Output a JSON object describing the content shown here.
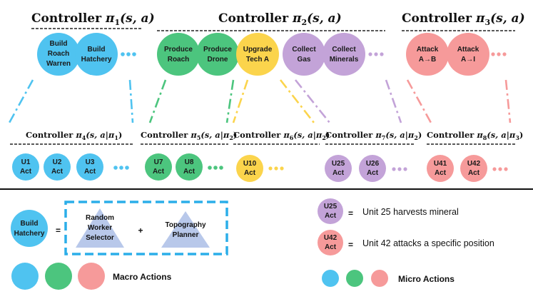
{
  "colors": {
    "blue": "#4fc3f0",
    "green": "#4cc57e",
    "yellow": "#fbd44c",
    "purple": "#c3a3d8",
    "red": "#f69a9a",
    "triangle": "#b8c8ea",
    "box": "#2baee9"
  },
  "controllers": {
    "c1": {
      "name": "Controller",
      "symbol": "π",
      "sub": "1",
      "args": "(s, a)"
    },
    "c2": {
      "name": "Controller",
      "symbol": "π",
      "sub": "2",
      "args": "(s, a)"
    },
    "c3": {
      "name": "Controller",
      "symbol": "π",
      "sub": "3",
      "args": "(s, a)"
    },
    "c4": {
      "name": "Controller",
      "symbol": "π",
      "sub": "4",
      "args": "(s, a|π",
      "args_sub": "1",
      "close": ")"
    },
    "c5": {
      "name": "Controller",
      "symbol": "π",
      "sub": "5",
      "args": "(s, a|π",
      "args_sub": "2",
      "close": ")"
    },
    "c6": {
      "name": "Controller",
      "symbol": "π",
      "sub": "6",
      "args": "(s, a|π",
      "args_sub": "2",
      "close": ")"
    },
    "c7": {
      "name": "Controller",
      "symbol": "π",
      "sub": "7",
      "args": "(s, a|π",
      "args_sub": "2",
      "close": ")"
    },
    "c8": {
      "name": "Controller",
      "symbol": "π",
      "sub": "8",
      "args": "(s, a|π",
      "args_sub": "3",
      "close": ")"
    }
  },
  "macro_actions": {
    "m1": [
      "Build",
      "Roach",
      "Warren"
    ],
    "m2": [
      "Build",
      "Hatchery"
    ],
    "m3": [
      "Produce",
      "Roach"
    ],
    "m4": [
      "Produce",
      "Drone"
    ],
    "m5": [
      "Upgrade",
      "Tech A"
    ],
    "m6": [
      "Collect",
      "Gas"
    ],
    "m7": [
      "Collect",
      "Minerals"
    ],
    "m8": [
      "Attack",
      "A→B"
    ],
    "m9": [
      "Attack",
      "A→I"
    ]
  },
  "micro_actions": {
    "u1": [
      "U1",
      "Act"
    ],
    "u2": [
      "U2",
      "Act"
    ],
    "u3": [
      "U3",
      "Act"
    ],
    "u7": [
      "U7",
      "Act"
    ],
    "u8": [
      "U8",
      "Act"
    ],
    "u10": [
      "U10",
      "Act"
    ],
    "u25": [
      "U25",
      "Act"
    ],
    "u26": [
      "U26",
      "Act"
    ],
    "u41": [
      "U41",
      "Act"
    ],
    "u42": [
      "U42",
      "Act"
    ]
  },
  "legend": {
    "build_hatchery": [
      "Build",
      "Hatchery"
    ],
    "equals": "=",
    "plus": "+",
    "random_worker_selector": [
      "Random",
      "Worker",
      "Selector"
    ],
    "topography_planner": [
      "Topography",
      "Planner"
    ],
    "u25": [
      "U25",
      "Act"
    ],
    "u25_desc": "Unit 25 harvests mineral",
    "u42": [
      "U42",
      "Act"
    ],
    "u42_desc": "Unit 42 attacks a specific position",
    "macro_label": "Macro Actions",
    "micro_label": "Micro Actions"
  }
}
